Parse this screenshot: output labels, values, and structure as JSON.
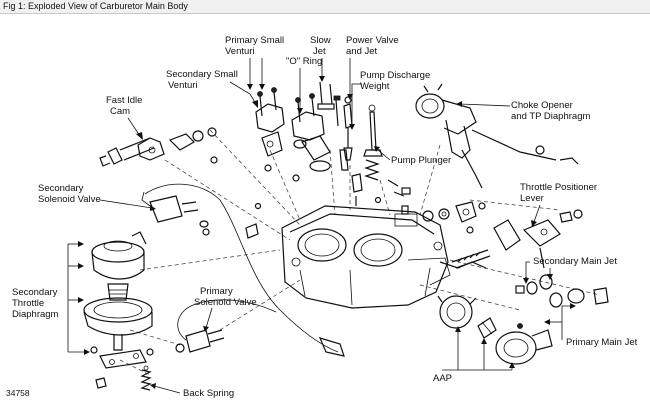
{
  "figure": {
    "caption": "Fig 1: Exploded View of Carburetor Main Body",
    "reference_number": "34758"
  },
  "labels": {
    "primary_small_venturi": [
      "Primary Small",
      "Venturi"
    ],
    "o_ring": "\"O\" Ring",
    "slow_jet": [
      "Slow",
      "Jet"
    ],
    "power_valve_jet": [
      "Power Valve",
      "and Jet"
    ],
    "pump_discharge_weight": [
      "Pump Discharge",
      "Weight"
    ],
    "secondary_small_venturi": [
      "Secondary Small",
      "Venturi"
    ],
    "fast_idle_cam": [
      "Fast Idle",
      "Cam"
    ],
    "choke_opener": [
      "Choke Opener",
      "and TP Diaphragm"
    ],
    "pump_plunger": "Pump Plunger",
    "secondary_solenoid_valve": [
      "Secondary",
      "Solenoid Valve"
    ],
    "throttle_positioner_lever": [
      "Throttle Positioner",
      "Lever"
    ],
    "secondary_main_jet": "Secondary Main Jet",
    "secondary_throttle_diaphragm": [
      "Secondary",
      "Throttle",
      "Diaphragm"
    ],
    "primary_solenoid_valve": [
      "Primary",
      "Solenoid Valve"
    ],
    "primary_main_jet": "Primary Main Jet",
    "aap": "AAP",
    "back_spring": "Back Spring"
  }
}
